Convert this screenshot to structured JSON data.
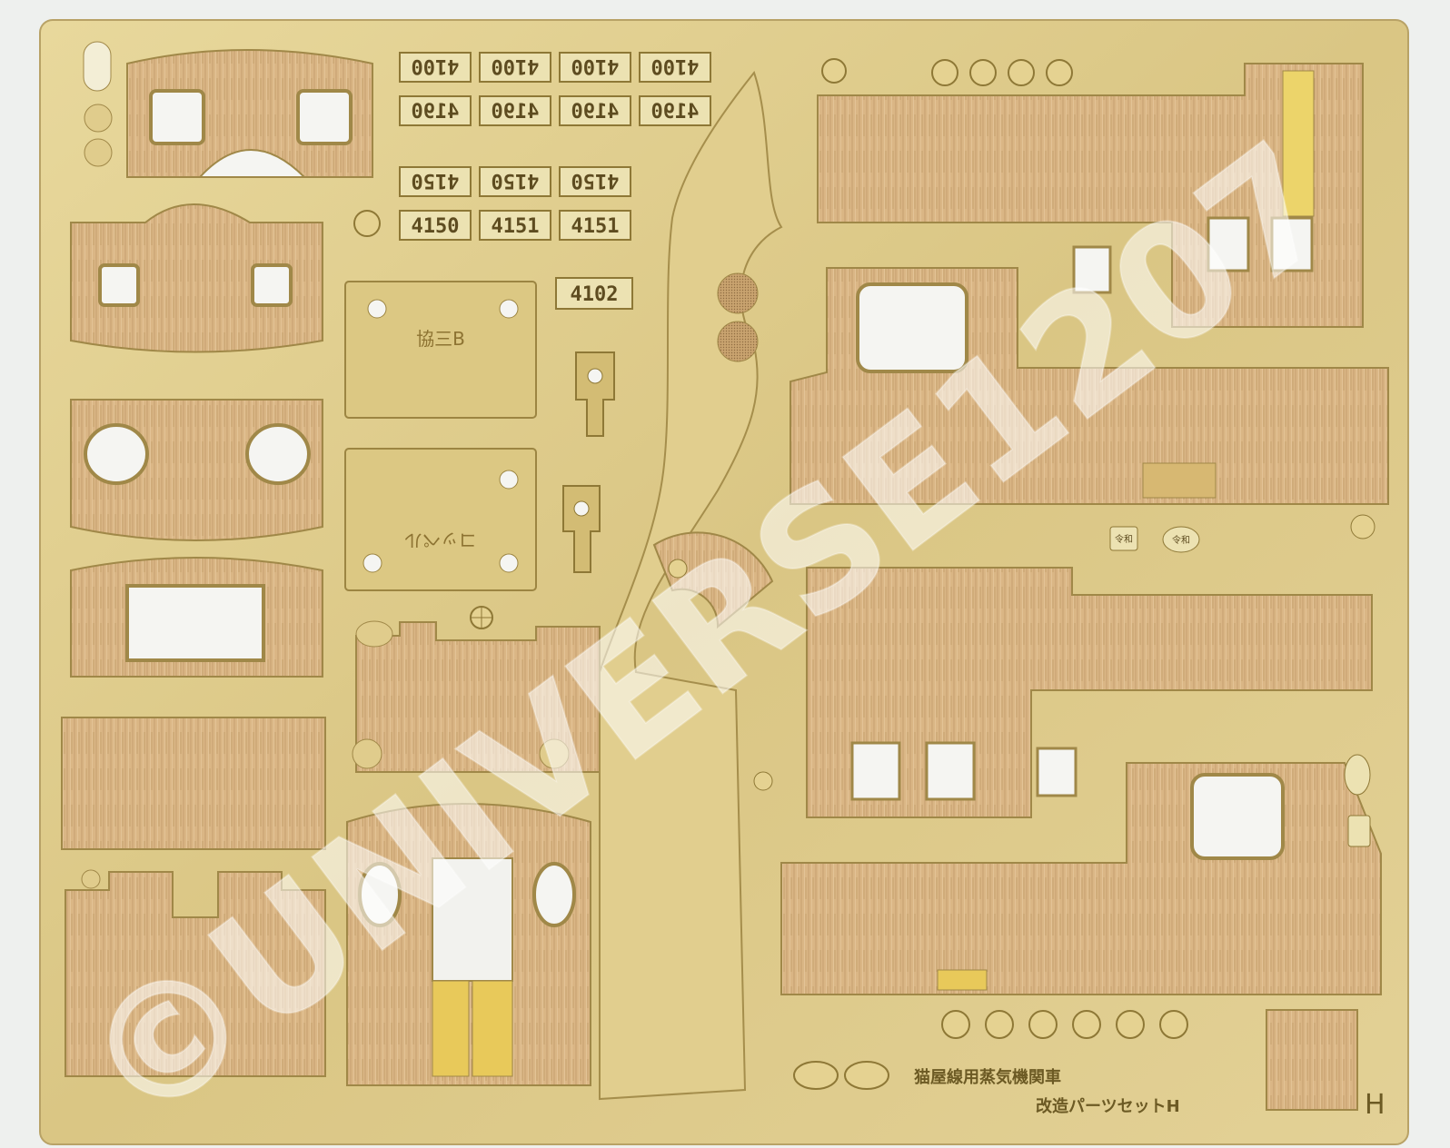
{
  "sheet": {
    "title_line1": "猫屋線用蒸気機関車",
    "title_line2": "改造パーツセットH",
    "sheet_letter": "H"
  },
  "plates": {
    "row1": [
      "4100",
      "4100",
      "4100",
      "4100"
    ],
    "row2": [
      "4190",
      "4190",
      "4190",
      "4190"
    ],
    "row3": [
      "4150",
      "4150",
      "4150"
    ],
    "row4": [
      "4150",
      "4151",
      "4151"
    ],
    "single": "4102"
  },
  "etched_labels": {
    "panel_a": "協三B",
    "panel_b": "コッペル",
    "reiwa_1": "令和",
    "reiwa_2": "令和"
  },
  "watermark": "©UNIVERSE1207",
  "colors": {
    "brass": "#dcc98a",
    "brass_edge": "#a08848",
    "wood": "#d9b586",
    "wood_grain": "#b7905f",
    "backing": "#eef0ee"
  }
}
